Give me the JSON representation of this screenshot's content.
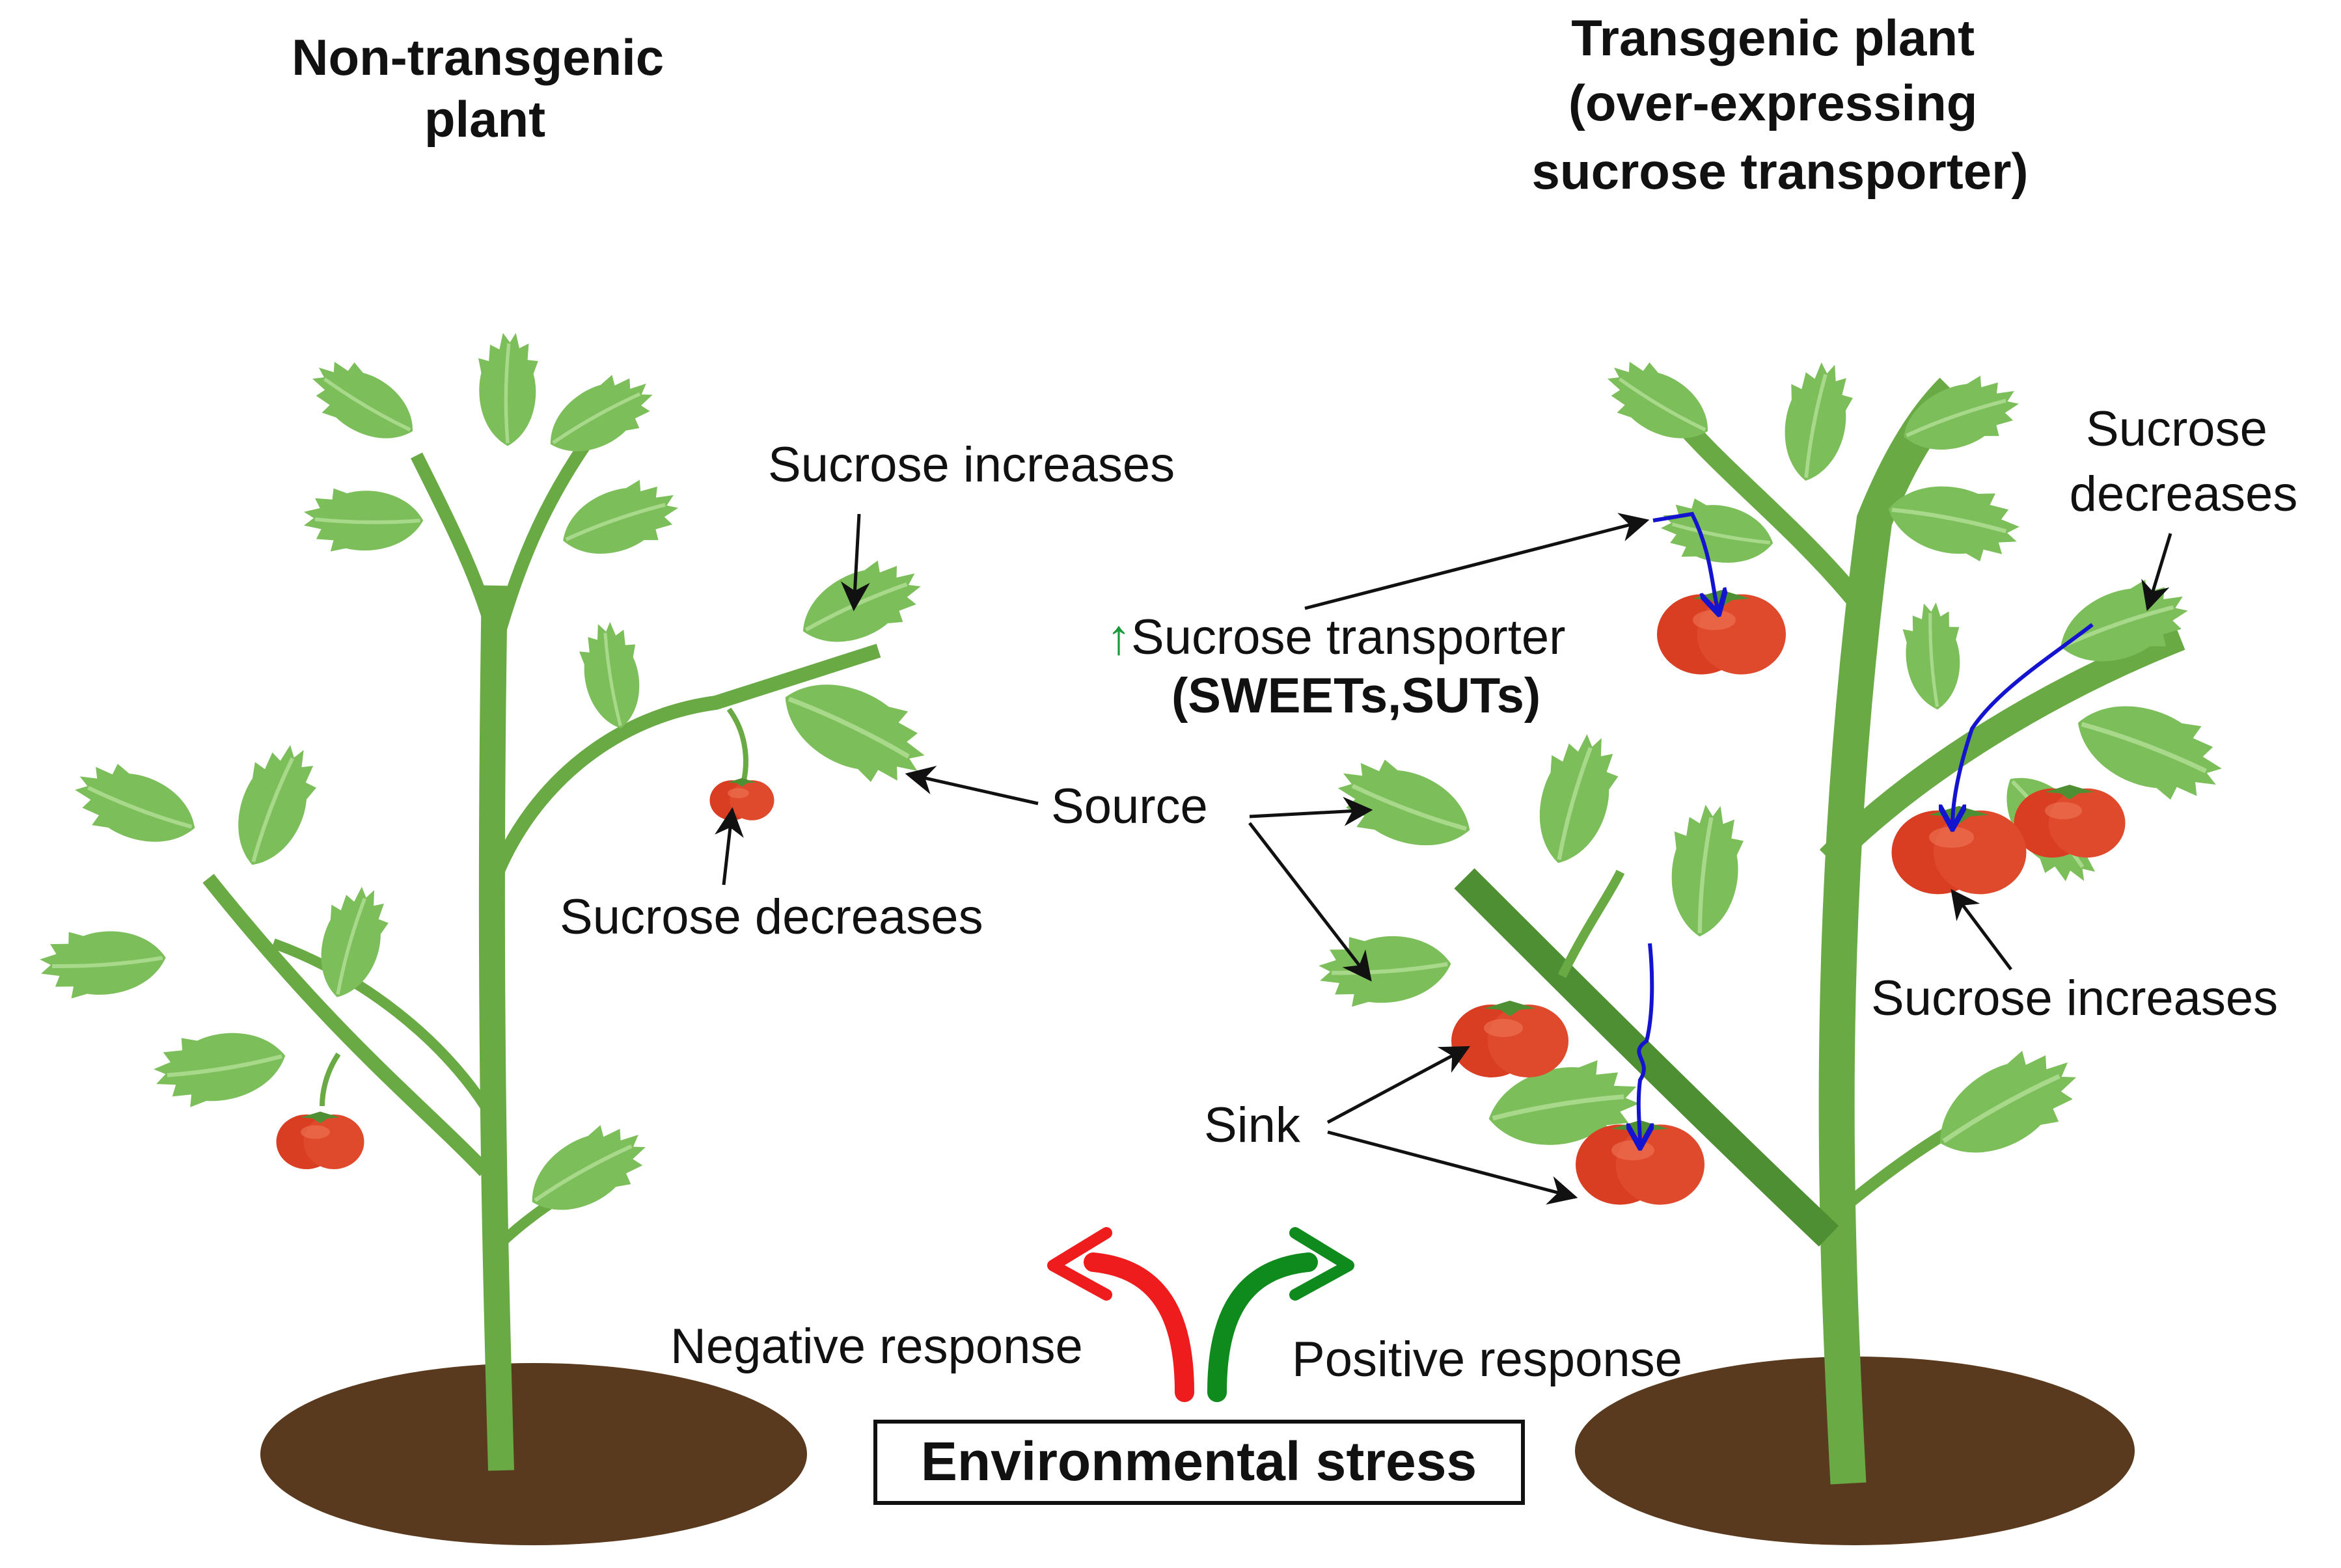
{
  "titles": {
    "left": [
      "Non-transgenic",
      "plant"
    ],
    "right": [
      "Transgenic plant",
      "(over-expressing",
      "sucrose transporter)"
    ]
  },
  "labels": {
    "left_sucrose_increases": "Sucrose increases",
    "left_sucrose_decreases": "Sucrose decreases",
    "source": "Source",
    "sink": "Sink",
    "transporter_arrow": "↑",
    "transporter_line1": "Sucrose transporter",
    "transporter_line2": "(SWEETs,SUTs)",
    "right_sucrose_decreases": [
      "Sucrose",
      "decreases"
    ],
    "right_sucrose_increases": "Sucrose increases",
    "negative_response": "Negative response",
    "positive_response": "Positive response",
    "environmental_stress": "Environmental stress"
  },
  "colors": {
    "leaf": "#7cbf5a",
    "leaf_light": "#a8d88a",
    "stem": "#6aaa45",
    "stem_dark": "#4f8f34",
    "tomato": "#e04a2c",
    "tomato_dark": "#c0321a",
    "soil": "#5a3a1e",
    "flow_arrow": "#1414d0",
    "negative": "#ee1c1c",
    "positive": "#0f8a1c",
    "up_arrow": "#1a9a3a"
  }
}
